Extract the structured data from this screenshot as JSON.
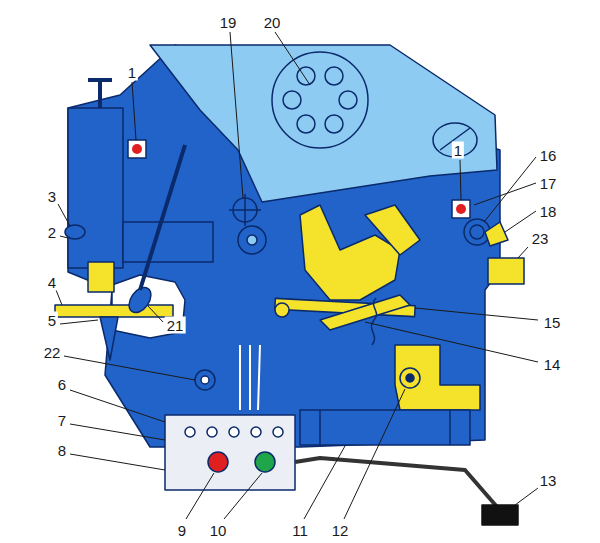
{
  "diagram": {
    "labels": [
      "1",
      "19",
      "20",
      "16",
      "1",
      "17",
      "18",
      "3",
      "2",
      "23",
      "4",
      "21",
      "5",
      "15",
      "22",
      "14",
      "6",
      "7",
      "8",
      "13",
      "9",
      "10",
      "11",
      "12"
    ]
  }
}
